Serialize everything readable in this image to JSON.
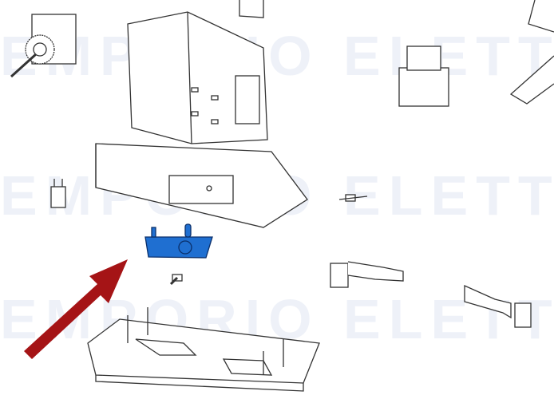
{
  "diagram": {
    "type": "exploded-parts-view",
    "watermark": "EMPORIO ELETTRICO",
    "highlight_color": "#1f6fd1",
    "arrow_color": "#a51416",
    "highlighted_part": "blue bracket / limit switch support",
    "parts": [
      {
        "name": "gear-motor-assembly"
      },
      {
        "name": "housing-base"
      },
      {
        "name": "transformer"
      },
      {
        "name": "control-board-corner"
      },
      {
        "name": "capacitor"
      },
      {
        "name": "small-connector"
      },
      {
        "name": "highlighted-bracket"
      },
      {
        "name": "screw"
      },
      {
        "name": "limit-switch-lever-left"
      },
      {
        "name": "limit-switch-lever-right"
      },
      {
        "name": "foundation-plate"
      }
    ]
  }
}
